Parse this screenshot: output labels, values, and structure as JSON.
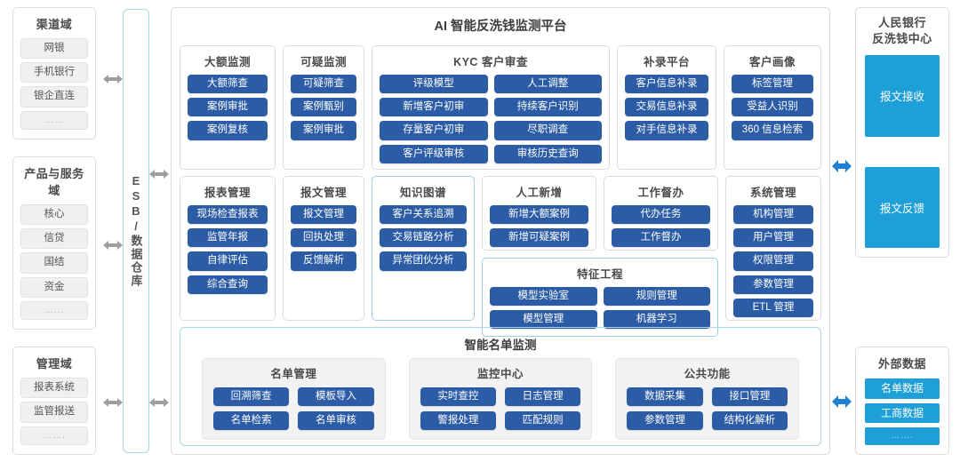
{
  "left_column": {
    "groups": [
      {
        "title": "渠道域",
        "items": [
          "网银",
          "手机银行",
          "银企直连",
          "……"
        ]
      },
      {
        "title": "产品与服务域",
        "items": [
          "核心",
          "信贷",
          "国结",
          "资金",
          "…..."
        ]
      },
      {
        "title": "管理域",
        "items": [
          "报表系统",
          "监管报送",
          "……."
        ]
      }
    ]
  },
  "esb": {
    "label": "ESB/数据仓库"
  },
  "platform": {
    "title": "AI 智能反洗钱监测平台",
    "row1": [
      {
        "title": "大额监测",
        "layout": "one",
        "items": [
          "大额筛查",
          "案例审批",
          "案例复核"
        ]
      },
      {
        "title": "可疑监测",
        "layout": "one",
        "items": [
          "可疑筛查",
          "案例甄别",
          "案例审批"
        ]
      },
      {
        "title": "KYC 客户审查",
        "layout": "two",
        "items": [
          "评级模型",
          "人工调整",
          "新增客户初审",
          "持续客户识别",
          "存量客户初审",
          "尽职调查",
          "客户评级审核",
          "审核历史查询"
        ]
      },
      {
        "title": "补录平台",
        "layout": "one",
        "items": [
          "客户信息补录",
          "交易信息补录",
          "对手信息补录"
        ]
      },
      {
        "title": "客户画像",
        "layout": "one",
        "items": [
          "标签管理",
          "受益人识别",
          "360 信息检索"
        ]
      }
    ],
    "row2": {
      "baobiao": {
        "title": "报表管理",
        "items": [
          "现场检查报表",
          "监管年报",
          "自律评估",
          "综合查询"
        ]
      },
      "baowen": {
        "title": "报文管理",
        "items": [
          "报文管理",
          "回执处理",
          "反馈解析"
        ]
      },
      "zhishi": {
        "title": "知识图谱",
        "items": [
          "客户关系追溯",
          "交易链路分析",
          "异常团伙分析"
        ]
      },
      "rengong": {
        "title": "人工新增",
        "items": [
          "新增大额案例",
          "新增可疑案例"
        ]
      },
      "dubuan": {
        "title": "工作督办",
        "items": [
          "代办任务",
          "工作督办"
        ]
      },
      "tezheng": {
        "title": "特征工程",
        "items": [
          "模型实验室",
          "规则管理",
          "模型管理",
          "机器学习"
        ]
      },
      "xitong": {
        "title": "系统管理",
        "items": [
          "机构管理",
          "用户管理",
          "权限管理",
          "参数管理",
          "ETL 管理"
        ]
      }
    },
    "bottom": {
      "title": "智能名单监测",
      "groups": [
        {
          "title": "名单管理",
          "items": [
            "回溯筛查",
            "模板导入",
            "名单检索",
            "名单审核"
          ]
        },
        {
          "title": "监控中心",
          "items": [
            "实时查控",
            "日志管理",
            "警报处理",
            "匹配规则"
          ]
        },
        {
          "title": "公共功能",
          "items": [
            "数据采集",
            "接口管理",
            "参数管理",
            "结构化解析"
          ]
        }
      ]
    }
  },
  "right_column": {
    "top": {
      "title": "人民银行\n反洗钱中心",
      "title_line1": "人民银行",
      "title_line2": "反洗钱中心",
      "items": [
        "报文接收",
        "报文反馈"
      ]
    },
    "bottom": {
      "title": "外部数据",
      "items": [
        "名单数据",
        "工商数据",
        "……."
      ]
    }
  },
  "colors": {
    "chip_blue": "#2c5ca6",
    "cyan": "#1f9fd8",
    "gray_chip": "#f0f0f0",
    "arrow_gray": "#9e9e9e",
    "arrow_blue": "#1f7fd0",
    "highlight_border": "#a8d4ef"
  }
}
